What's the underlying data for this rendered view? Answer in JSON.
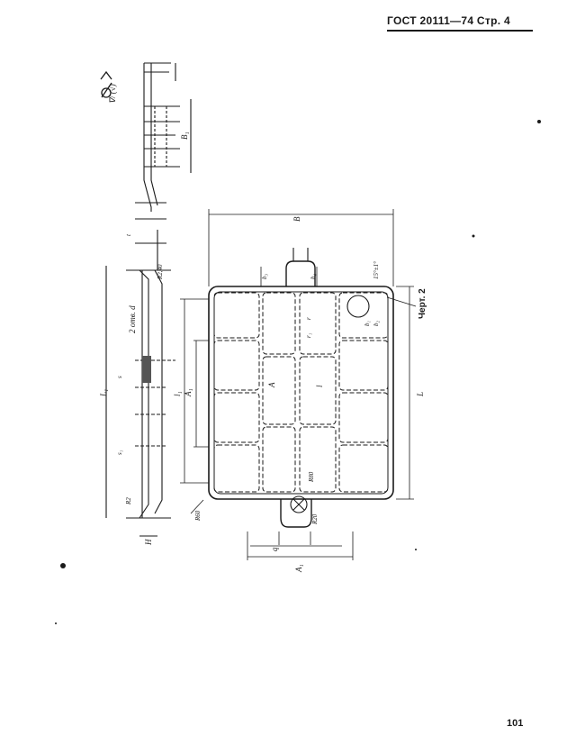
{
  "header": {
    "text": "ГОСТ 20111—74 Стр. 4"
  },
  "page_number": "101",
  "caption": "Черт. 2",
  "roughness_symbol": "∇/ (√)",
  "drawing_labels": {
    "B": "B",
    "B1": "B₁",
    "L": "L",
    "L1": "L₁",
    "l": "l",
    "l1": "l₁",
    "A": "A",
    "A1": "A₁",
    "H": "H",
    "q": "q",
    "R60": "R60",
    "R80": "R80",
    "R20": "R20",
    "r": "r",
    "r1": "r₁",
    "s": "s",
    "s1": "s₁",
    "b1": "b₁",
    "b2": "b₂",
    "b3": "b₃",
    "b4": "b₄",
    "holes": "2 отв. d",
    "deg15": "15°±1°",
    "R2": "R2",
    "R2_40": "R2,40",
    "t": "t"
  }
}
